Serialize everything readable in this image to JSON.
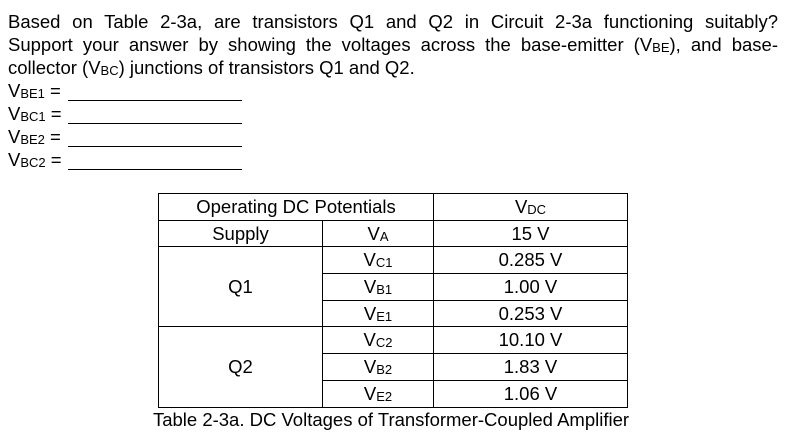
{
  "question": {
    "line1": "Based on Table 2-3a, are transistors Q1 and Q2 in Circuit 2-3a functioning suitably?",
    "line2_a": "Support your answer by showing the voltages across the base-emitter (V",
    "line2_sub": "BE",
    "line2_b": "), and base-",
    "line3_a": "collector (V",
    "line3_sub": "BC",
    "line3_b": ") junctions of transistors Q1 and Q2."
  },
  "answers": [
    {
      "v": "V",
      "sub": "BE1",
      "eq": " ="
    },
    {
      "v": "V",
      "sub": "BC1",
      "eq": " ="
    },
    {
      "v": "V",
      "sub": "BE2",
      "eq": " ="
    },
    {
      "v": "V",
      "sub": "BC2",
      "eq": " ="
    }
  ],
  "table": {
    "header_left": "Operating DC Potentials",
    "header_right_v": "V",
    "header_right_sub": "DC",
    "supply_label": "Supply",
    "supply_v": "V",
    "supply_sub": "A",
    "supply_value": "15 V",
    "groups": [
      {
        "label": "Q1",
        "rows": [
          {
            "v": "V",
            "sub": "C1",
            "value": "0.285 V"
          },
          {
            "v": "V",
            "sub": "B1",
            "value": "1.00 V"
          },
          {
            "v": "V",
            "sub": "E1",
            "value": "0.253 V"
          }
        ]
      },
      {
        "label": "Q2",
        "rows": [
          {
            "v": "V",
            "sub": "C2",
            "value": "10.10 V"
          },
          {
            "v": "V",
            "sub": "B2",
            "value": "1.83 V"
          },
          {
            "v": "V",
            "sub": "E2",
            "value": "1.06 V"
          }
        ]
      }
    ],
    "caption": "Table 2-3a. DC Voltages of Transformer-Coupled Amplifier"
  }
}
